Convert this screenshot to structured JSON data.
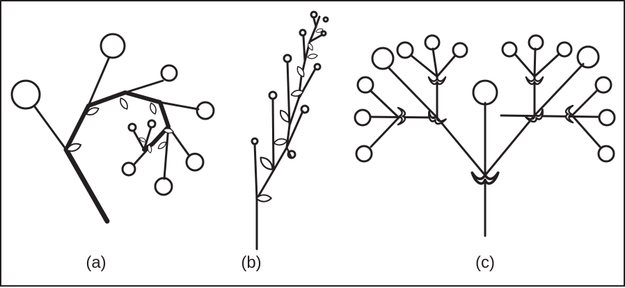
{
  "figure": {
    "captions": {
      "a": "(a)",
      "b": "(b)",
      "c": "(c)"
    },
    "colors": {
      "ink": "#231f20",
      "background": "#ffffff"
    }
  }
}
